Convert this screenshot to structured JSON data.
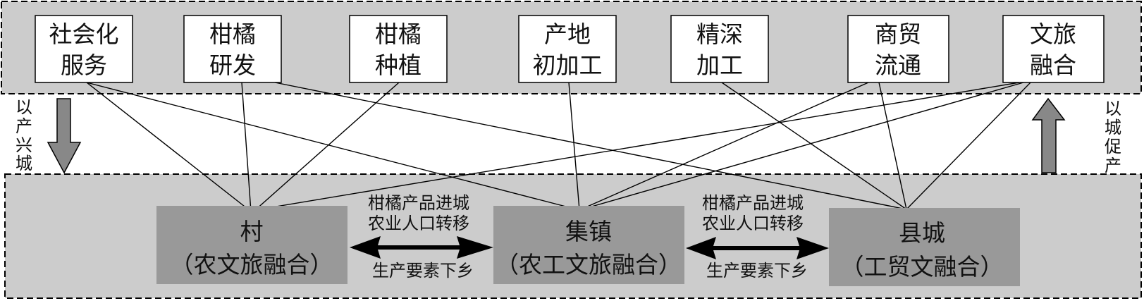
{
  "diagram": {
    "top_layer": {
      "items": [
        {
          "id": "social-service",
          "lines": [
            "社会化",
            "服务"
          ]
        },
        {
          "id": "citrus-rnd",
          "lines": [
            "柑橘",
            "研发"
          ]
        },
        {
          "id": "citrus-planting",
          "lines": [
            "柑橘",
            "种植"
          ]
        },
        {
          "id": "origin-processing",
          "lines": [
            "产地",
            "初加工"
          ]
        },
        {
          "id": "deep-processing",
          "lines": [
            "精深",
            "加工"
          ]
        },
        {
          "id": "trade-circulation",
          "lines": [
            "商贸",
            "流通"
          ]
        },
        {
          "id": "culture-tourism",
          "lines": [
            "文旅",
            "融合"
          ]
        }
      ]
    },
    "bottom_layer": {
      "nodes": [
        {
          "id": "village",
          "title": "村",
          "subtitle": "（农文旅融合）"
        },
        {
          "id": "market-town",
          "title": "集镇",
          "subtitle": "（农工文旅融合）"
        },
        {
          "id": "county-town",
          "title": "县城",
          "subtitle": "（工贸文融合）"
        }
      ],
      "flows": [
        {
          "from": "village",
          "to": "market-town",
          "upper_lines": [
            "柑橘产品进城",
            "农业人口转移"
          ],
          "lower": "生产要素下乡"
        },
        {
          "from": "market-town",
          "to": "county-town",
          "upper_lines": [
            "柑橘产品进城",
            "农业人口转移"
          ],
          "lower": "生产要素下乡"
        }
      ]
    },
    "side_labels": {
      "left": {
        "text": [
          "以",
          "产",
          "兴",
          "城"
        ],
        "arrow": "down"
      },
      "right": {
        "text": [
          "以",
          "城",
          "促",
          "产"
        ],
        "arrow": "up"
      }
    },
    "connections": [
      {
        "from": "social-service",
        "to": "village"
      },
      {
        "from": "social-service",
        "to": "market-town"
      },
      {
        "from": "citrus-rnd",
        "to": "village"
      },
      {
        "from": "citrus-rnd",
        "to": "county-town"
      },
      {
        "from": "citrus-planting",
        "to": "village"
      },
      {
        "from": "origin-processing",
        "to": "market-town"
      },
      {
        "from": "deep-processing",
        "to": "county-town"
      },
      {
        "from": "trade-circulation",
        "to": "market-town"
      },
      {
        "from": "trade-circulation",
        "to": "county-town"
      },
      {
        "from": "culture-tourism",
        "to": "village"
      },
      {
        "from": "culture-tourism",
        "to": "market-town"
      },
      {
        "from": "culture-tourism",
        "to": "county-town"
      }
    ]
  }
}
